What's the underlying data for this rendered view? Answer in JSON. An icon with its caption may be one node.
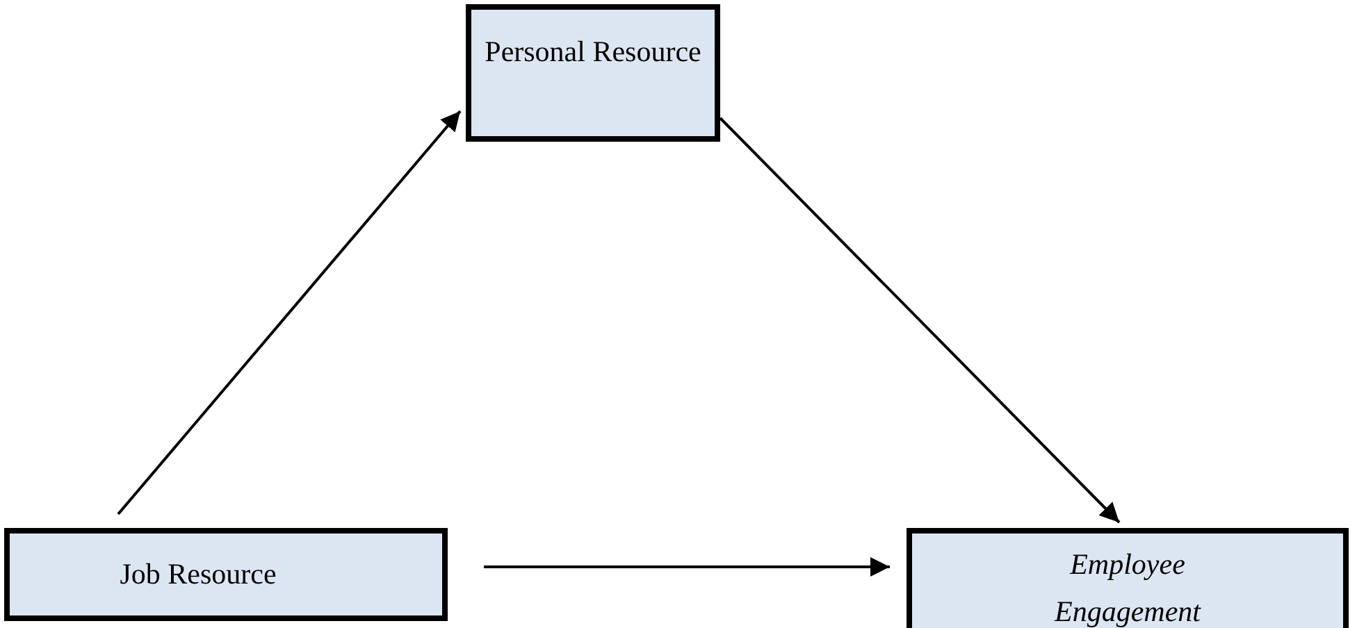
{
  "diagram": {
    "nodes": [
      {
        "text": [
          "Personal Resource"
        ]
      },
      {
        "text": [
          "Job Resource"
        ]
      },
      {
        "text": [
          "Employee Engagement"
        ]
      }
    ],
    "edges": [
      {
        "from": 1,
        "to": 0,
        "arrow": "to"
      },
      {
        "from": 0,
        "to": 2,
        "arrow": "to"
      },
      {
        "from": 1,
        "to": 2,
        "arrow": "to"
      }
    ]
  }
}
